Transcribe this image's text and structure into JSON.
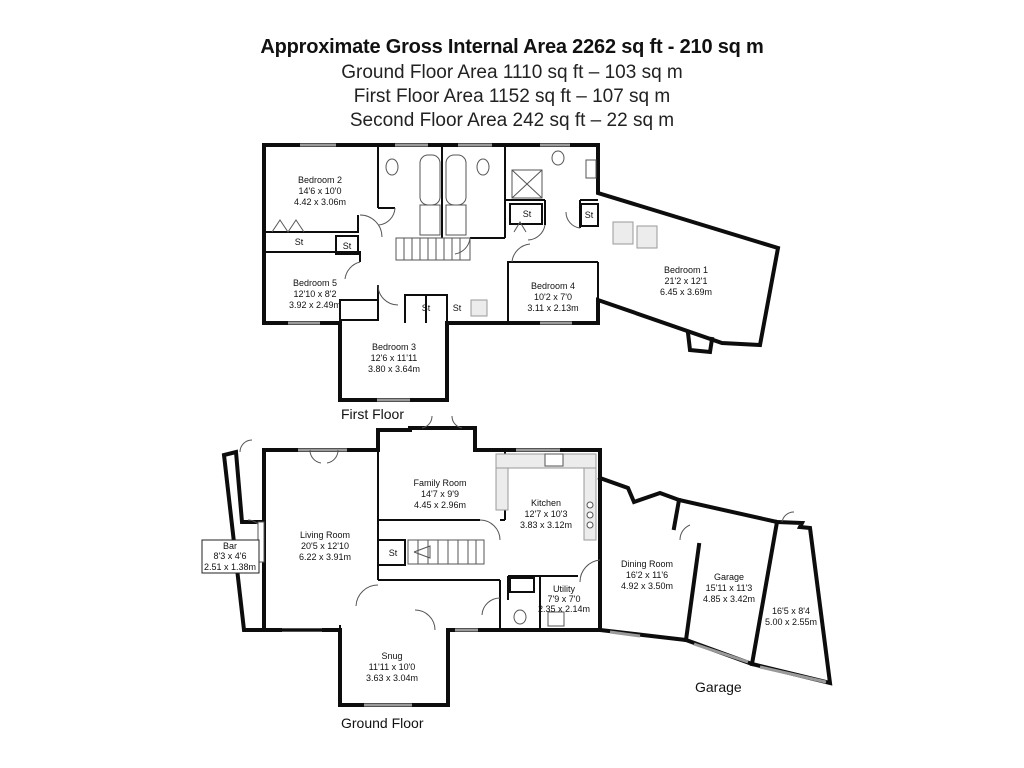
{
  "header": {
    "gross_area": "Approximate Gross Internal Area 2262 sq ft - 210 sq m",
    "ground_area": "Ground Floor Area 1110 sq ft – 103 sq m",
    "first_area": "First Floor Area 1152 sq ft – 107 sq m",
    "second_area": "Second Floor Area 242 sq ft – 22 sq m"
  },
  "floors": {
    "first": "First Floor",
    "ground": "Ground Floor",
    "garage": "Garage"
  },
  "store_label": "St",
  "rooms": {
    "bedroom2": {
      "name": "Bedroom 2",
      "imperial": "14'6 x 10'0",
      "metric": "4.42 x 3.06m"
    },
    "bedroom5": {
      "name": "Bedroom 5",
      "imperial": "12'10 x 8'2",
      "metric": "3.92 x 2.49m"
    },
    "bedroom3": {
      "name": "Bedroom 3",
      "imperial": "12'6 x 11'11",
      "metric": "3.80 x 3.64m"
    },
    "bedroom4": {
      "name": "Bedroom 4",
      "imperial": "10'2 x 7'0",
      "metric": "3.11 x 2.13m"
    },
    "bedroom1": {
      "name": "Bedroom 1",
      "imperial": "21'2 x 12'1",
      "metric": "6.45 x 3.69m"
    },
    "bar": {
      "name": "Bar",
      "imperial": "8'3 x 4'6",
      "metric": "2.51 x 1.38m"
    },
    "living": {
      "name": "Living Room",
      "imperial": "20'5 x 12'10",
      "metric": "6.22 x 3.91m"
    },
    "family": {
      "name": "Family Room",
      "imperial": "14'7 x 9'9",
      "metric": "4.45 x 2.96m"
    },
    "kitchen": {
      "name": "Kitchen",
      "imperial": "12'7 x 10'3",
      "metric": "3.83 x 3.12m"
    },
    "utility": {
      "name": "Utility",
      "imperial": "7'9 x 7'0",
      "metric": "2.35 x 2.14m"
    },
    "dining": {
      "name": "Dining Room",
      "imperial": "16'2 x 11'6",
      "metric": "4.92 x 3.50m"
    },
    "garage1": {
      "name": "Garage",
      "imperial": "15'11 x 11'3",
      "metric": "4.85 x 3.42m"
    },
    "garage2": {
      "imperial": "16'5 x 8'4",
      "metric": "5.00 x 2.55m"
    },
    "snug": {
      "name": "Snug",
      "imperial": "11'11 x 10'0",
      "metric": "3.63 x 3.04m"
    }
  }
}
